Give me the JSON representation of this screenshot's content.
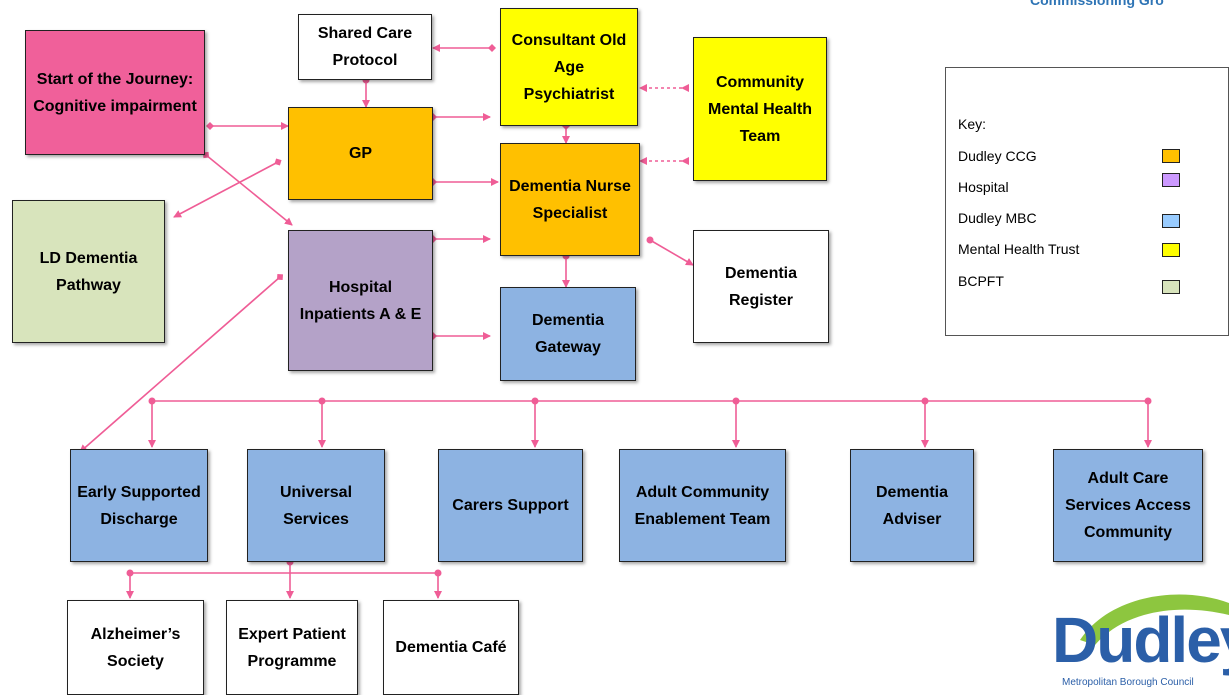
{
  "header": {
    "corner_text": "Commissioning Gro"
  },
  "nodes": {
    "start": "Start of the Journey: Cognitive impairment",
    "shared": "Shared Care Protocol",
    "consultant": "Consultant Old Age Psychiatrist",
    "cmht": "Community Mental Health Team",
    "gp": "GP",
    "dns": "Dementia Nurse Specialist",
    "ld": "LD Dementia Pathway",
    "hospital": "Hospital Inpatients A & E",
    "register": "Dementia Register",
    "gateway": "Dementia Gateway",
    "esd": "Early Supported Discharge",
    "universal": "Universal Services",
    "carers": "Carers Support",
    "acet": "Adult Community Enablement Team",
    "adviser": "Dementia Adviser",
    "acsac": "Adult Care Services Access Community",
    "alz": "Alzheimer’s Society",
    "expert": "Expert Patient Programme",
    "cafe": "Dementia Café"
  },
  "key": {
    "title": "Key:",
    "items": [
      {
        "label": "Dudley CCG",
        "color": "#ffc000"
      },
      {
        "label": "Hospital",
        "color": "#cc99ff"
      },
      {
        "label": "Dudley MBC",
        "color": "#99ccff"
      },
      {
        "label": "Mental Health Trust",
        "color": "#ffff00"
      },
      {
        "label": "BCPFT",
        "color": "#d8e4bc"
      }
    ]
  },
  "logo": {
    "word": "Dudley",
    "subtitle": "Metropolitan Borough Council"
  }
}
